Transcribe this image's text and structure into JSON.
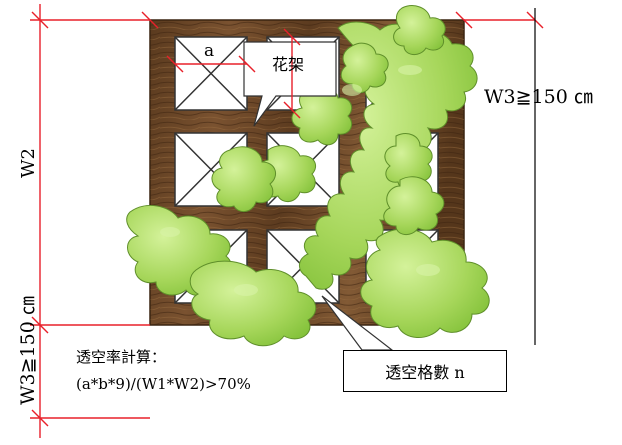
{
  "labels": {
    "cell_a": "a",
    "trellis": "花架",
    "w3_right": "W3≧150 ㎝",
    "w2": "W2",
    "w3_left": "W3≧150 ㎝",
    "formula_title": "透空率計算：",
    "formula": "(a*b*9)/(W1*W2)>70%",
    "count_box": "透空格數 n"
  },
  "colors": {
    "wood": "#6b4524",
    "wood_dark": "#4a2c14",
    "leaf": "#a6d65a",
    "leaf_light": "#c9ec8c",
    "dimension_line": "#e8202a"
  }
}
